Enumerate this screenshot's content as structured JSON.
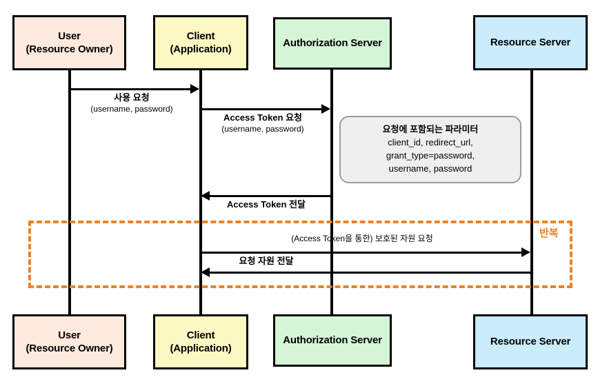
{
  "diagram": {
    "title": "OAuth 2.0 Resource Owner Password Credentials Grant sequence diagram",
    "colors": {
      "user": "#fdeade",
      "client": "#fbf8c4",
      "auth": "#d4f5d6",
      "resource": "#caecfb",
      "loop": "#ef8023",
      "note_bg": "#efefef",
      "line": "#000000"
    },
    "participants": [
      {
        "id": "user",
        "line1": "User",
        "line2": "(Resource Owner)"
      },
      {
        "id": "client",
        "line1": "Client",
        "line2": "(Application)"
      },
      {
        "id": "auth",
        "line1": "Authorization Server",
        "line2": ""
      },
      {
        "id": "resource",
        "line1": "Resource Server",
        "line2": ""
      }
    ],
    "messages": [
      {
        "id": "m1",
        "from": "user",
        "to": "client",
        "direction": "right",
        "line1": "사용 요청",
        "line2": "(username, password)"
      },
      {
        "id": "m2",
        "from": "client",
        "to": "auth",
        "direction": "right",
        "line1": "Access Token 요청",
        "line2": "(username, password)"
      },
      {
        "id": "m3",
        "from": "auth",
        "to": "client",
        "direction": "left",
        "line1": "Access Token 전달",
        "line2": ""
      },
      {
        "id": "m4",
        "from": "client",
        "to": "resource",
        "direction": "right",
        "line1": "(Access Token을 통한) 보호된 자원 요청",
        "line2": ""
      },
      {
        "id": "m5",
        "from": "resource",
        "to": "client",
        "direction": "left",
        "line1": "요청 자원 전달",
        "line2": ""
      }
    ],
    "note": {
      "title": "요청에 포함되는 파라미터",
      "lines": [
        "client_id, redirect_url,",
        "grant_type=password,",
        "username, password"
      ]
    },
    "loop": {
      "label": "반복"
    }
  }
}
